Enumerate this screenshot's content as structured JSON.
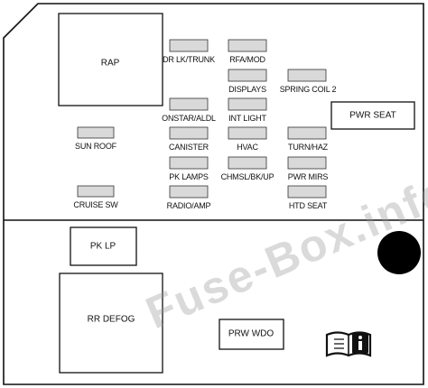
{
  "diagram": {
    "colors": {
      "fuse_fill": "#d9d9d9",
      "outline": "#111111",
      "knob": "#000000"
    },
    "icons": [
      "manual-info-icon"
    ],
    "large_blocks": {
      "rap": "RAP",
      "pwr_seat": "PWR SEAT",
      "pk_lp": "PK LP",
      "rr_defog": "RR DEFOG",
      "prw_wdo": "PRW WDO"
    },
    "fuses": {
      "dr_lk_trunk": "DR LK/TRUNK",
      "rfa_mod": "RFA/MOD",
      "displays": "DISPLAYS",
      "spring_coil_2": "SPRING COIL 2",
      "onstar_aldl": "ONSTAR/ALDL",
      "int_light": "INT LIGHT",
      "sun_roof": "SUN ROOF",
      "canister": "CANISTER",
      "hvac": "HVAC",
      "turn_haz": "TURN/HAZ",
      "pk_lamps": "PK LAMPS",
      "chmsl_bk_up": "CHMSL/BK/UP",
      "pwr_mirs": "PWR MIRS",
      "cruise_sw": "CRUISE SW",
      "radio_amp": "RADIO/AMP",
      "htd_seat": "HTD SEAT"
    },
    "watermark": "Fuse-Box.info"
  }
}
